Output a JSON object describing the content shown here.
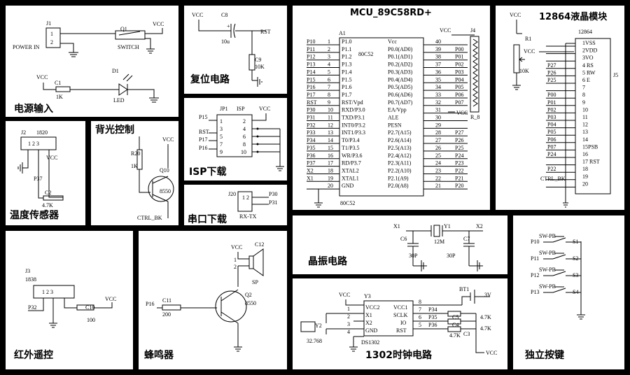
{
  "sections": {
    "power": "电源输入",
    "temperature": "温度传感器",
    "backlight": "背光控制",
    "reset": "复位电路",
    "isp": "ISP下载",
    "serial": "串口下载",
    "mcu": "MCU_89C58RD+",
    "lcd": "12864液晶模块",
    "ir": "红外遥控",
    "buzzer": "蜂鸣器",
    "crystal": "晶振电路",
    "rtc": "1302时钟电路",
    "keys": "独立按键"
  },
  "power": {
    "j1": "J1",
    "power_in": "POWER IN",
    "pin1": "1",
    "pin2": "2",
    "q1": "Q1",
    "switch": "SWITCH",
    "vcc": "VCC",
    "c1": "C1",
    "r1k": "1K",
    "d1": "D1",
    "led": "LED"
  },
  "temp": {
    "j2": "J2",
    "part": "1820",
    "pins": "1 2 3",
    "p37": "P37",
    "c2": "C2",
    "r47": "4.7K",
    "vcc": "VCC"
  },
  "backlight": {
    "r20": "R20",
    "r1k": "1K",
    "q10": "Q10",
    "part": "8550",
    "ctrl": "CTRL_BK",
    "vcc": "VCC"
  },
  "reset": {
    "vcc": "VCC",
    "c8": "C8",
    "cap": "10u",
    "rst": "RST",
    "c9": "C9",
    "r10k": "10K",
    "plus": "+"
  },
  "isp": {
    "jp1": "JP1",
    "isp": "ISP",
    "vcc": "VCC",
    "left": [
      "P15",
      "RST",
      "P17",
      "P16"
    ],
    "nums_l": [
      "1",
      "3",
      "5",
      "7",
      "9"
    ],
    "nums_r": [
      "2",
      "4",
      "6",
      "8",
      "10"
    ]
  },
  "serial": {
    "j20": "J20",
    "p30": "P30",
    "p31": "P31",
    "pins": "1 2",
    "rxtx": "RX-TX"
  },
  "mcu": {
    "a1": "A1",
    "chip": "80C52",
    "chip_bottom": "80C52",
    "vcc_top": "VCC",
    "j4": "J4",
    "r8": "R_8",
    "vcc_side": "VCC",
    "left_nets": [
      "P10",
      "P11",
      "P12",
      "P13",
      "P14",
      "P15",
      "P16",
      "P17",
      "RST",
      "P30",
      "P31",
      "P32",
      "P33",
      "P34",
      "P35",
      "P36",
      "P37",
      "X2",
      "X1"
    ],
    "left_nums": [
      "1",
      "2",
      "3",
      "4",
      "5",
      "6",
      "7",
      "8",
      "9",
      "10",
      "11",
      "12",
      "13",
      "14",
      "15",
      "16",
      "17",
      "18",
      "19",
      "20"
    ],
    "left_pins": [
      "P1.0",
      "P1.1",
      "P1.2",
      "P1.3",
      "P1.4",
      "P1.5",
      "P1.6",
      "P1.7",
      "RST/Vpd",
      "RXD/P3.0",
      "TXD/P3.1",
      "INT0/P3.2",
      "INT1/P3.3",
      "T0/P3.4",
      "T1/P3.5",
      "WR/P3.6",
      "RD/P3.7",
      "XTAL2",
      "XTAL1",
      "GND"
    ],
    "right_pins": [
      "Vcc",
      "P0.0(AD0)",
      "P0.1(AD1)",
      "P0.2(AD2)",
      "P0.3(AD3)",
      "P0.4(AD4)",
      "P0.5(AD5)",
      "P0.6(AD6)",
      "P0.7(AD7)",
      "EA/Vpp",
      "ALE",
      "PESN",
      "P2.7(A15)",
      "P2.6(A14)",
      "P2.5(A13)",
      "P2.4(A12)",
      "P2.3(A11)",
      "P2.2(A10)",
      "P2.1(A9)",
      "P2.0(A8)"
    ],
    "right_nums": [
      "40",
      "39",
      "38",
      "37",
      "36",
      "35",
      "34",
      "33",
      "32",
      "31",
      "30",
      "29",
      "28",
      "27",
      "26",
      "25",
      "24",
      "23",
      "22",
      "21"
    ],
    "right_nets": [
      "",
      "P00",
      "P01",
      "P02",
      "P03",
      "P04",
      "P05",
      "P06",
      "P07",
      "",
      "",
      "",
      "P27",
      "P26",
      "P25",
      "P24",
      "P23",
      "P22",
      "P21",
      "P20"
    ]
  },
  "lcd": {
    "vcc": "VCC",
    "r1": "R1",
    "r10k": "10K",
    "vcc2": "VCC",
    "module": "12864",
    "j5": "J5",
    "ctrl": "CTRL_BK",
    "nets": [
      "",
      "",
      "",
      "P27",
      "P26",
      "P25",
      "",
      "P00",
      "P01",
      "P02",
      "P03",
      "P04",
      "P05",
      "P06",
      "P07",
      "P24",
      "",
      "P22",
      "",
      ""
    ],
    "pins": [
      "1VSS",
      "2VDD",
      "3VO",
      "4 RS",
      "5 RW",
      "6 E",
      "7",
      "8",
      "9",
      "10",
      "11",
      "12",
      "13",
      "14",
      "15PSB",
      "16",
      "17 RST",
      "18",
      "19",
      "20"
    ]
  },
  "ir": {
    "j3": "J3",
    "part": "1838",
    "pins": "1 2 3",
    "p32": "P32",
    "c10": "C10",
    "val": "100",
    "vcc": "VCC"
  },
  "buzzer": {
    "vcc": "VCC",
    "c12": "C12",
    "p16": "P16",
    "c11": "C11",
    "r200": "200",
    "q2": "Q2",
    "part": "8550",
    "sp": "SP",
    "pin1": "1",
    "pin2": "2"
  },
  "crystal": {
    "x1": "X1",
    "y1": "Y1",
    "x2": "X2",
    "c6": "C6",
    "c7": "C7",
    "f": "12M",
    "c30a": "30P",
    "c30b": "30P"
  },
  "rtc": {
    "vcc": "VCC",
    "y3": "Y3",
    "chip": "DS1302",
    "y2": "Y2",
    "freq": "32.768",
    "bt1": "BT1",
    "v3": "3V",
    "left_pins": [
      "VCC2",
      "X1",
      "X2",
      "GND"
    ],
    "left_nums": [
      "1",
      "2",
      "3",
      "4"
    ],
    "right_pins": [
      "VCC1",
      "SCLK",
      "IO",
      "RST"
    ],
    "right_nums": [
      "8",
      "7",
      "6",
      "5"
    ],
    "nets": [
      "P34",
      "P35",
      "P36"
    ],
    "c3": "C3",
    "c4": "C4",
    "c5": "C5",
    "r1": "4.7K",
    "r2": "4.7K",
    "r3": "4.7K",
    "vcc_b": "VCC"
  },
  "keys": {
    "sw": [
      "SW-PB",
      "SW-PB",
      "SW-PB",
      "SW-PB"
    ],
    "nets": [
      "P10",
      "P11",
      "P12",
      "P13"
    ],
    "labels": [
      "S1",
      "S2",
      "S3",
      "S4"
    ]
  }
}
